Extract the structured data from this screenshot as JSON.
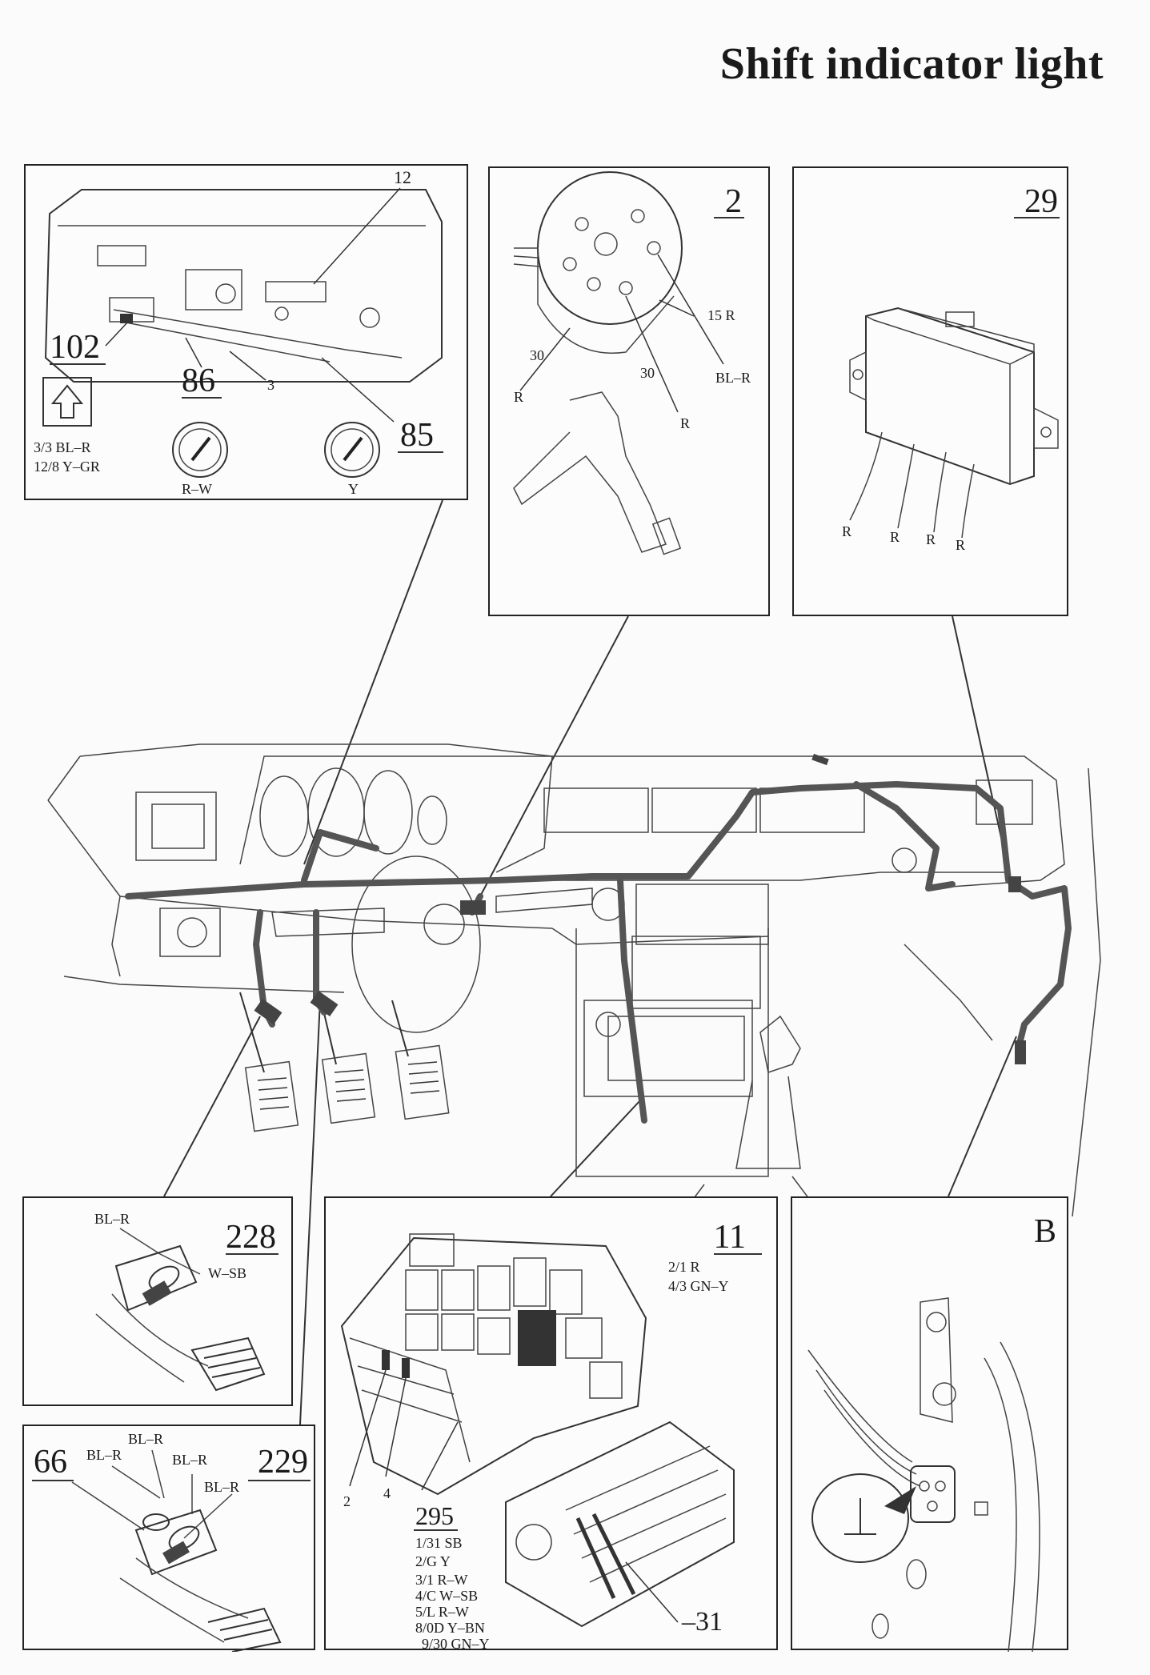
{
  "title": "Shift indicator light",
  "instrument_panel": {
    "number": "102",
    "callouts": {
      "c12": "12",
      "c86": "86",
      "c3": "3",
      "c85": "85"
    },
    "wire_1": "3/3 BL–R",
    "wire_2": "12/8 Y–GR",
    "gauge_left": "R–W",
    "gauge_right": "Y"
  },
  "ignition_switch": {
    "number": "2",
    "labels": {
      "p15": "15 R",
      "blr": "BL–R",
      "p30a": "30",
      "p30b": "30",
      "ra": "R",
      "rb": "R"
    }
  },
  "control_unit": {
    "number": "29",
    "wires": [
      "R",
      "R",
      "R",
      "R"
    ]
  },
  "clutch_switch": {
    "number": "228",
    "wire_1": "BL–R",
    "wire_2": "W–SB"
  },
  "brake_switch": {
    "number_left": "66",
    "number_right": "229",
    "wires": [
      "BL–R",
      "BL–R",
      "BL–R",
      "BL–R"
    ]
  },
  "relay_box": {
    "number": "11",
    "wire_1": "2/1 R",
    "wire_2": "4/3 GN–Y",
    "ref_2": "2",
    "ref_4": "4",
    "fuse_number": "295",
    "fuse_wires": [
      "1/31 SB",
      "2/G Y",
      "3/1 R–W",
      "4/C W–SB",
      "5/L R–W",
      "8/0D Y–BN",
      "9/30 GN–Y"
    ],
    "ground": "–31"
  },
  "ground_point": {
    "letter": "B"
  }
}
